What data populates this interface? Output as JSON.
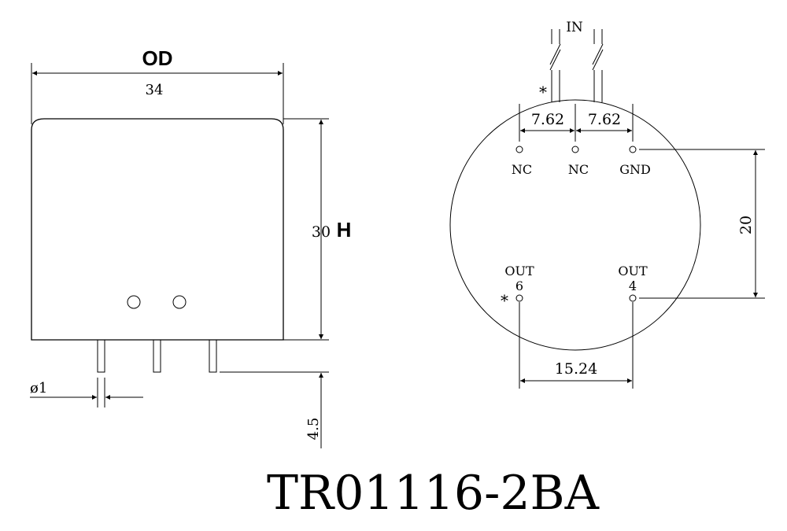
{
  "side_view": {
    "od_label": "OD",
    "od_value": "34",
    "height_value": "30",
    "height_label": "H",
    "pin_diameter_label": "ø1",
    "pin_length_label": "4.5"
  },
  "top_view": {
    "in_label": "IN",
    "polarity_mark": "*",
    "pitch_left": "7.62",
    "pitch_right": "7.62",
    "pin_nc_1": "NC",
    "pin_nc_2": "NC",
    "pin_gnd": "GND",
    "row_spacing": "20",
    "out_6_label": "OUT",
    "out_6_number": "6",
    "out_4_label": "OUT",
    "out_4_number": "4",
    "out_spacing": "15.24"
  },
  "part_number": "TR01116-2BA"
}
